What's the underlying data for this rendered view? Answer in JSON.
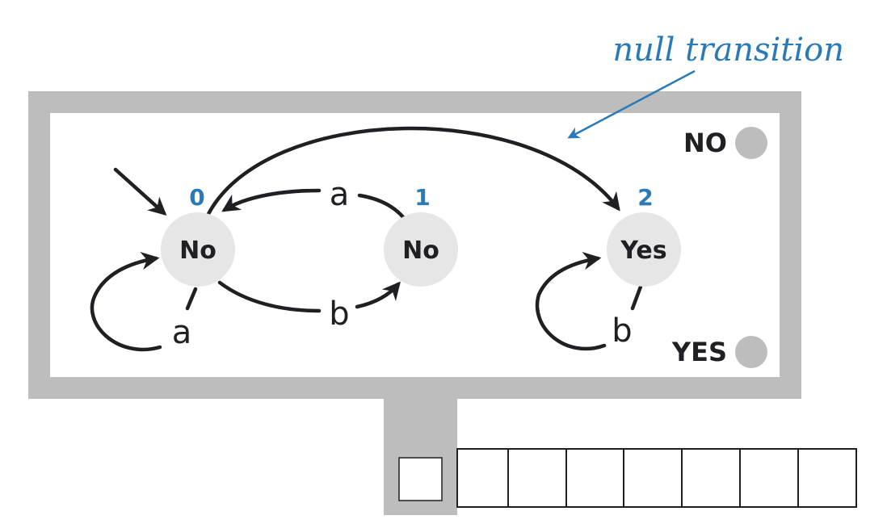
{
  "colors": {
    "frame": "#bdbdbd",
    "state_fill": "#e6e6e6",
    "ink": "#1f1f24",
    "accent": "#2a7ab8",
    "indicator": "#bdbdbd"
  },
  "annotation": {
    "text": "null transition"
  },
  "indicators": {
    "no_label": "NO",
    "yes_label": "YES"
  },
  "states": [
    {
      "number": "0",
      "label": "No"
    },
    {
      "number": "1",
      "label": "No"
    },
    {
      "number": "2",
      "label": "Yes"
    }
  ],
  "edges": [
    {
      "from": "0",
      "to": "0",
      "label": "a"
    },
    {
      "from": "1",
      "to": "0",
      "label": "a"
    },
    {
      "from": "0",
      "to": "1",
      "label": "b"
    },
    {
      "from": "2",
      "to": "2",
      "label": "b"
    },
    {
      "from": "0",
      "to": "2",
      "label": ""
    }
  ]
}
